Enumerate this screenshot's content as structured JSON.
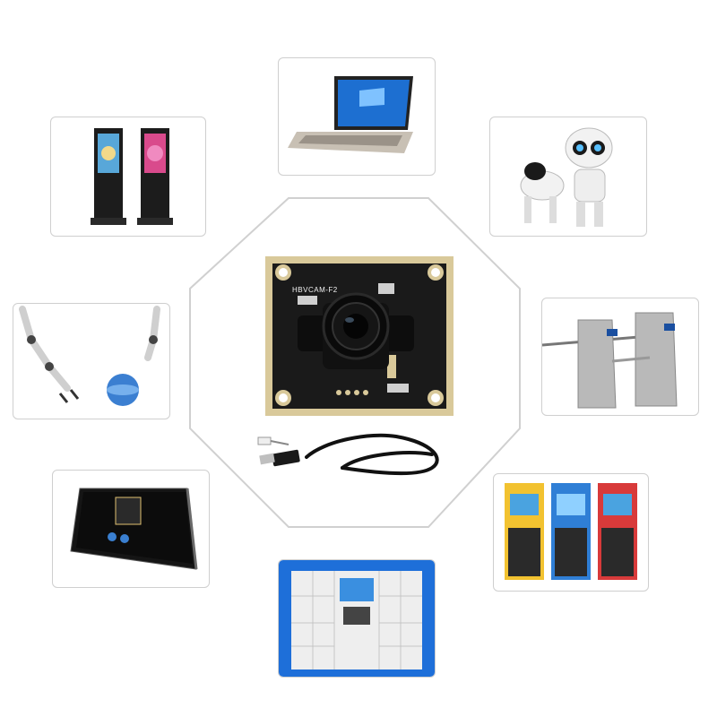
{
  "product": {
    "name": "usb-camera-module",
    "pcb_label": "HBVCAM-F2"
  },
  "applications": [
    {
      "id": "kiosk-displays",
      "icon": "digital-signage-icon"
    },
    {
      "id": "laptop",
      "icon": "laptop-icon"
    },
    {
      "id": "robots",
      "icon": "robot-icon"
    },
    {
      "id": "robotic-arms",
      "icon": "robot-arm-icon"
    },
    {
      "id": "turnstiles",
      "icon": "turnstile-icon"
    },
    {
      "id": "face-recognition-terminal",
      "icon": "face-terminal-icon"
    },
    {
      "id": "self-service-kiosks",
      "icon": "atm-kiosk-icon"
    },
    {
      "id": "smart-lockers",
      "icon": "locker-icon"
    }
  ],
  "colors": {
    "pcb": "#1a1a1a",
    "pad_gold": "#d9c99a",
    "octagon_border": "#d0d0d0",
    "tile_border": "#cfcfcf",
    "locker_blue": "#1e6fd9",
    "kiosk_yellow": "#f2c230",
    "kiosk_blue": "#2f7fd6",
    "kiosk_red": "#d83a3a"
  }
}
